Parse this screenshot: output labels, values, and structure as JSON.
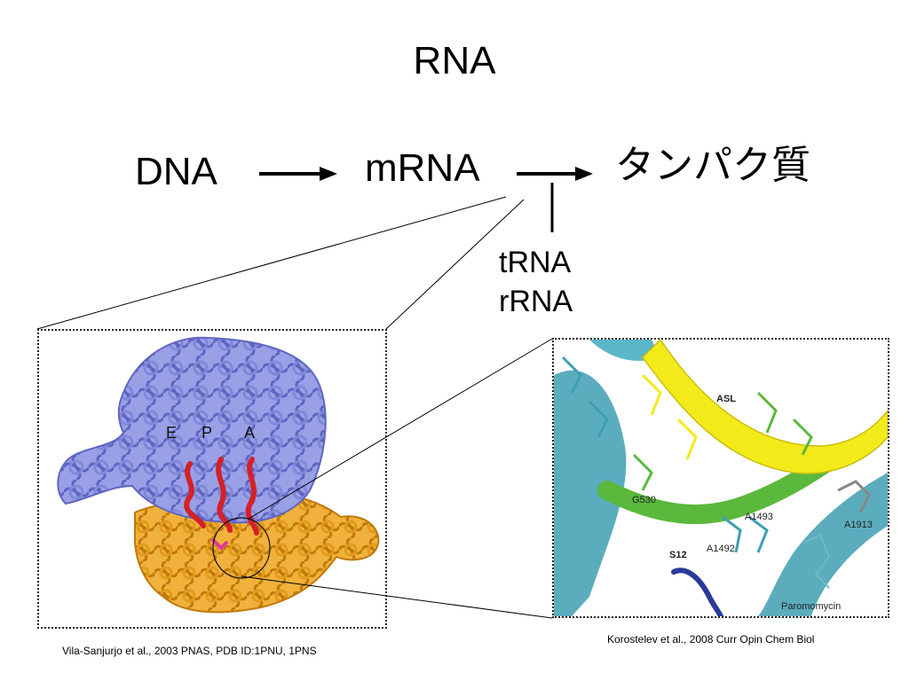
{
  "title": "RNA",
  "flow": {
    "dna": "DNA",
    "mrna": "mRNA",
    "protein": "タンパク質",
    "trna": "tRNA",
    "rrna": "rRNA"
  },
  "ribosome_panel": {
    "sites": [
      "E",
      "P",
      "A"
    ],
    "caption": "Vila-Sanjurjo et al., 2003 PNAS, PDB ID:1PNU, 1PNS"
  },
  "closeup_panel": {
    "labels": {
      "asl": "ASL",
      "g530": "G530",
      "a1493": "A1493",
      "a1492": "A1492",
      "a1913": "A1913",
      "s12": "S12",
      "paromomycin": "Paromomycin"
    },
    "caption": "Korostelev et al., 2008 Curr Opin Chem Biol"
  },
  "colors": {
    "ribosome_large_subunit": "#7f86d6",
    "ribosome_small_subunit": "#e39a1c",
    "trna": "#d62027",
    "asl": "#f3ea1a",
    "rrna_green": "#5ab83c",
    "protein_teal": "#3e9fb3",
    "s12": "#2b3a9a"
  }
}
